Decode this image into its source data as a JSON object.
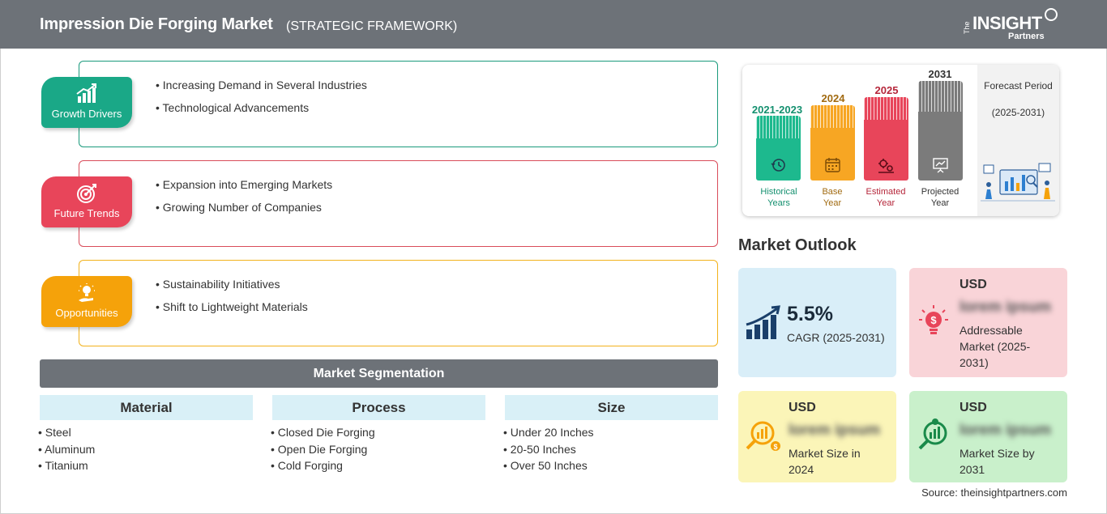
{
  "header": {
    "title": "Impression Die Forging Market",
    "subtitle": "(STRATEGIC FRAMEWORK)",
    "logo": {
      "the": "The",
      "insight": "INSIGHT",
      "partners": "Partners"
    }
  },
  "framework": [
    {
      "label": "Growth Drivers",
      "color": "#1aa887",
      "border": "#1a9a7c",
      "icon": "bar-chart-growth-icon",
      "items": [
        "Increasing Demand in Several Industries",
        "Technological Advancements"
      ]
    },
    {
      "label": "Future Trends",
      "color": "#e8455a",
      "border": "#d94c5a",
      "icon": "target-icon",
      "items": [
        "Expansion into Emerging Markets",
        "Growing Number of Companies"
      ]
    },
    {
      "label": "Opportunities",
      "color": "#f5a20a",
      "border": "#f2b21c",
      "icon": "lightbulb-hand-icon",
      "items": [
        "Sustainability Initiatives",
        "Shift to Lightweight Materials"
      ]
    }
  ],
  "segmentation": {
    "title": "Market Segmentation",
    "columns": [
      {
        "heading": "Material",
        "items": [
          "Steel",
          "Aluminum",
          "Titanium"
        ]
      },
      {
        "heading": "Process",
        "items": [
          "Closed Die Forging",
          "Open Die Forging",
          "Cold Forging"
        ]
      },
      {
        "heading": "Size",
        "items": [
          "Under 20 Inches",
          "20-50 Inches",
          "Over 50 Inches"
        ]
      }
    ]
  },
  "timeline": {
    "columns": [
      {
        "year": "2021-2023",
        "label1": "Historical",
        "label2": "Years",
        "color": "#1db98e",
        "text_color": "#14906f",
        "icon": "history-clock-icon"
      },
      {
        "year": "2024",
        "label1": "Base",
        "label2": "Year",
        "color": "#f7a623",
        "text_color": "#a16a10",
        "icon": "calendar-icon"
      },
      {
        "year": "2025",
        "label1": "Estimated",
        "label2": "Year",
        "color": "#e8455a",
        "text_color": "#b5263a",
        "icon": "gears-icon"
      },
      {
        "year": "2031",
        "label1": "Projected",
        "label2": "Year",
        "color": "#7b7b7b",
        "text_color": "#333333",
        "icon": "presentation-board-icon"
      }
    ],
    "forecast_title": "Forecast Period",
    "forecast_period": "(2025-2031)"
  },
  "outlook": {
    "title": "Market Outlook",
    "cagr": {
      "value": "5.5%",
      "label": "CAGR (2025-2031)",
      "color": "#d9eef8"
    },
    "addressable": {
      "currency": "USD",
      "value": "lorem ipsum",
      "label": "Addressable Market (2025-2031)",
      "color": "#f9d4d8"
    },
    "size_2024": {
      "currency": "USD",
      "value": "lorem ipsum",
      "label": "Market Size in 2024",
      "color": "#fbf5b8"
    },
    "size_2031": {
      "currency": "USD",
      "value": "lorem ipsum",
      "label": "Market Size by 2031",
      "color": "#c9f0cb"
    }
  },
  "source": "Source: theinsightpartners.com"
}
